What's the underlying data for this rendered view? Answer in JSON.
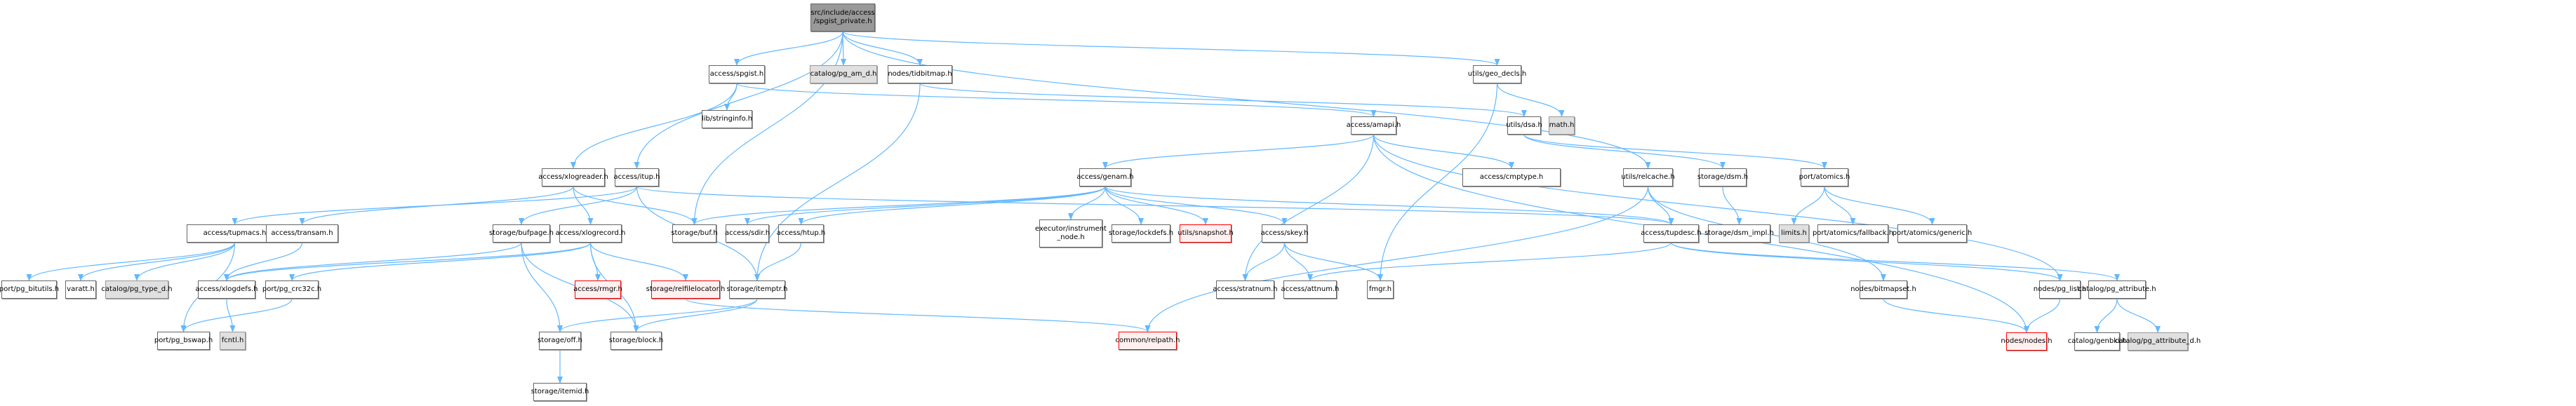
{
  "title": "Include dependency graph for spgist_private.h",
  "colors": {
    "edge": "#63b8ff",
    "root_fill": "#999999",
    "system_fill": "#e0e0e0",
    "missing_fill": "#fff0f0",
    "missing_border": "#ff0000"
  },
  "nodes": [
    {
      "id": "root",
      "label": "src/include/access\n/spgist_private.h",
      "kind": "root"
    },
    {
      "id": "spgist",
      "label": "access/spgist.h",
      "kind": "normal"
    },
    {
      "id": "pg_am_d",
      "label": "catalog/pg_am_d.h",
      "kind": "system"
    },
    {
      "id": "tidbitmap",
      "label": "nodes/tidbitmap.h",
      "kind": "normal"
    },
    {
      "id": "stringinfo",
      "label": "lib/stringinfo.h",
      "kind": "normal"
    },
    {
      "id": "geo_decls",
      "label": "utils/geo_decls.h",
      "kind": "normal"
    },
    {
      "id": "math",
      "label": "math.h",
      "kind": "system"
    },
    {
      "id": "amapi",
      "label": "access/amapi.h",
      "kind": "normal"
    },
    {
      "id": "dsa",
      "label": "utils/dsa.h",
      "kind": "normal"
    },
    {
      "id": "xlogreader",
      "label": "access/xlogreader.h",
      "kind": "normal"
    },
    {
      "id": "itup",
      "label": "access/itup.h",
      "kind": "normal"
    },
    {
      "id": "genam",
      "label": "access/genam.h",
      "kind": "normal"
    },
    {
      "id": "cmptype",
      "label": "access/cmptype.h",
      "kind": "normal"
    },
    {
      "id": "relcache",
      "label": "utils/relcache.h",
      "kind": "normal"
    },
    {
      "id": "dsm",
      "label": "storage/dsm.h",
      "kind": "normal"
    },
    {
      "id": "atomics",
      "label": "port/atomics.h",
      "kind": "normal"
    },
    {
      "id": "tupmacs",
      "label": "access/tupmacs.h",
      "kind": "normal"
    },
    {
      "id": "transam",
      "label": "access/transam.h",
      "kind": "normal"
    },
    {
      "id": "bufpage",
      "label": "storage/bufpage.h",
      "kind": "normal"
    },
    {
      "id": "xlogrecord",
      "label": "access/xlogrecord.h",
      "kind": "normal"
    },
    {
      "id": "buf",
      "label": "storage/buf.h",
      "kind": "normal"
    },
    {
      "id": "sdir",
      "label": "access/sdir.h",
      "kind": "normal"
    },
    {
      "id": "htup",
      "label": "access/htup.h",
      "kind": "normal"
    },
    {
      "id": "instrument_node",
      "label": "executor/instrument\n_node.h",
      "kind": "normal"
    },
    {
      "id": "lockdefs",
      "label": "storage/lockdefs.h",
      "kind": "normal"
    },
    {
      "id": "snapshot",
      "label": "utils/snapshot.h",
      "kind": "missing"
    },
    {
      "id": "skey",
      "label": "access/skey.h",
      "kind": "normal"
    },
    {
      "id": "tupdesc",
      "label": "access/tupdesc.h",
      "kind": "normal"
    },
    {
      "id": "dsm_impl",
      "label": "storage/dsm_impl.h",
      "kind": "normal"
    },
    {
      "id": "limits",
      "label": "limits.h",
      "kind": "system"
    },
    {
      "id": "fallback",
      "label": "port/atomics/fallback.h",
      "kind": "normal"
    },
    {
      "id": "generic",
      "label": "port/atomics/generic.h",
      "kind": "normal"
    },
    {
      "id": "pg_bitutils",
      "label": "port/pg_bitutils.h",
      "kind": "normal"
    },
    {
      "id": "varatt",
      "label": "varatt.h",
      "kind": "normal"
    },
    {
      "id": "pg_type_d",
      "label": "catalog/pg_type_d.h",
      "kind": "system"
    },
    {
      "id": "xlogdefs",
      "label": "access/xlogdefs.h",
      "kind": "normal"
    },
    {
      "id": "pg_crc32c",
      "label": "port/pg_crc32c.h",
      "kind": "normal"
    },
    {
      "id": "rmgr",
      "label": "access/rmgr.h",
      "kind": "missing"
    },
    {
      "id": "relfilelocator",
      "label": "storage/relfilelocator.h",
      "kind": "missing"
    },
    {
      "id": "itemptr",
      "label": "storage/itemptr.h",
      "kind": "normal"
    },
    {
      "id": "stratnum",
      "label": "access/stratnum.h",
      "kind": "normal"
    },
    {
      "id": "attnum",
      "label": "access/attnum.h",
      "kind": "normal"
    },
    {
      "id": "fmgr",
      "label": "fmgr.h",
      "kind": "normal"
    },
    {
      "id": "bitmapset",
      "label": "nodes/bitmapset.h",
      "kind": "normal"
    },
    {
      "id": "pg_list",
      "label": "nodes/pg_list.h",
      "kind": "normal"
    },
    {
      "id": "pg_attribute",
      "label": "catalog/pg_attribute.h",
      "kind": "normal"
    },
    {
      "id": "pg_bswap",
      "label": "port/pg_bswap.h",
      "kind": "normal"
    },
    {
      "id": "fcntl",
      "label": "fcntl.h",
      "kind": "system"
    },
    {
      "id": "off",
      "label": "storage/off.h",
      "kind": "normal"
    },
    {
      "id": "block",
      "label": "storage/block.h",
      "kind": "normal"
    },
    {
      "id": "relpath",
      "label": "common/relpath.h",
      "kind": "missing"
    },
    {
      "id": "nodes",
      "label": "nodes/nodes.h",
      "kind": "missing"
    },
    {
      "id": "genbki",
      "label": "catalog/genbki.h",
      "kind": "normal"
    },
    {
      "id": "pg_attribute_d",
      "label": "catalog/pg_attribute_d.h",
      "kind": "system"
    },
    {
      "id": "itemid",
      "label": "storage/itemid.h",
      "kind": "normal"
    }
  ],
  "edges": [
    [
      "root",
      "spgist"
    ],
    [
      "root",
      "pg_am_d"
    ],
    [
      "root",
      "tidbitmap"
    ],
    [
      "root",
      "geo_decls"
    ],
    [
      "root",
      "relcache"
    ],
    [
      "root",
      "buf"
    ],
    [
      "root",
      "itup"
    ],
    [
      "spgist",
      "stringinfo"
    ],
    [
      "spgist",
      "amapi"
    ],
    [
      "spgist",
      "xlogreader"
    ],
    [
      "tidbitmap",
      "dsa"
    ],
    [
      "tidbitmap",
      "itemptr"
    ],
    [
      "geo_decls",
      "math"
    ],
    [
      "geo_decls",
      "fmgr"
    ],
    [
      "amapi",
      "genam"
    ],
    [
      "amapi",
      "cmptype"
    ],
    [
      "amapi",
      "stratnum"
    ],
    [
      "amapi",
      "nodes"
    ],
    [
      "amapi",
      "pg_list"
    ],
    [
      "dsa",
      "dsm"
    ],
    [
      "dsa",
      "atomics"
    ],
    [
      "xlogreader",
      "xlogrecord"
    ],
    [
      "xlogreader",
      "transam"
    ],
    [
      "xlogreader",
      "buf"
    ],
    [
      "itup",
      "tupdesc"
    ],
    [
      "itup",
      "tupmacs"
    ],
    [
      "itup",
      "bufpage"
    ],
    [
      "itup",
      "itemptr"
    ],
    [
      "genam",
      "buf"
    ],
    [
      "genam",
      "sdir"
    ],
    [
      "genam",
      "htup"
    ],
    [
      "genam",
      "instrument_node"
    ],
    [
      "genam",
      "lockdefs"
    ],
    [
      "genam",
      "snapshot"
    ],
    [
      "genam",
      "skey"
    ],
    [
      "genam",
      "tupdesc"
    ],
    [
      "relcache",
      "tupdesc"
    ],
    [
      "relcache",
      "relpath"
    ],
    [
      "relcache",
      "bitmapset"
    ],
    [
      "dsm",
      "dsm_impl"
    ],
    [
      "atomics",
      "limits"
    ],
    [
      "atomics",
      "fallback"
    ],
    [
      "atomics",
      "generic"
    ],
    [
      "tupmacs",
      "pg_bitutils"
    ],
    [
      "tupmacs",
      "varatt"
    ],
    [
      "tupmacs",
      "pg_type_d"
    ],
    [
      "tupmacs",
      "pg_bswap"
    ],
    [
      "transam",
      "xlogdefs"
    ],
    [
      "bufpage",
      "xlogdefs"
    ],
    [
      "bufpage",
      "off"
    ],
    [
      "bufpage",
      "block"
    ],
    [
      "xlogrecord",
      "xlogdefs"
    ],
    [
      "xlogrecord",
      "pg_crc32c"
    ],
    [
      "xlogrecord",
      "rmgr"
    ],
    [
      "xlogrecord",
      "relfilelocator"
    ],
    [
      "xlogrecord",
      "block"
    ],
    [
      "htup",
      "itemptr"
    ],
    [
      "skey",
      "stratnum"
    ],
    [
      "skey",
      "attnum"
    ],
    [
      "skey",
      "fmgr"
    ],
    [
      "tupdesc",
      "attnum"
    ],
    [
      "tupdesc",
      "pg_attribute"
    ],
    [
      "tupdesc",
      "pg_list"
    ],
    [
      "xlogdefs",
      "fcntl"
    ],
    [
      "pg_crc32c",
      "pg_bswap"
    ],
    [
      "relfilelocator",
      "relpath"
    ],
    [
      "itemptr",
      "block"
    ],
    [
      "itemptr",
      "off"
    ],
    [
      "bitmapset",
      "nodes"
    ],
    [
      "pg_list",
      "nodes"
    ],
    [
      "pg_attribute",
      "genbki"
    ],
    [
      "pg_attribute",
      "pg_attribute_d"
    ],
    [
      "off",
      "itemid"
    ]
  ]
}
